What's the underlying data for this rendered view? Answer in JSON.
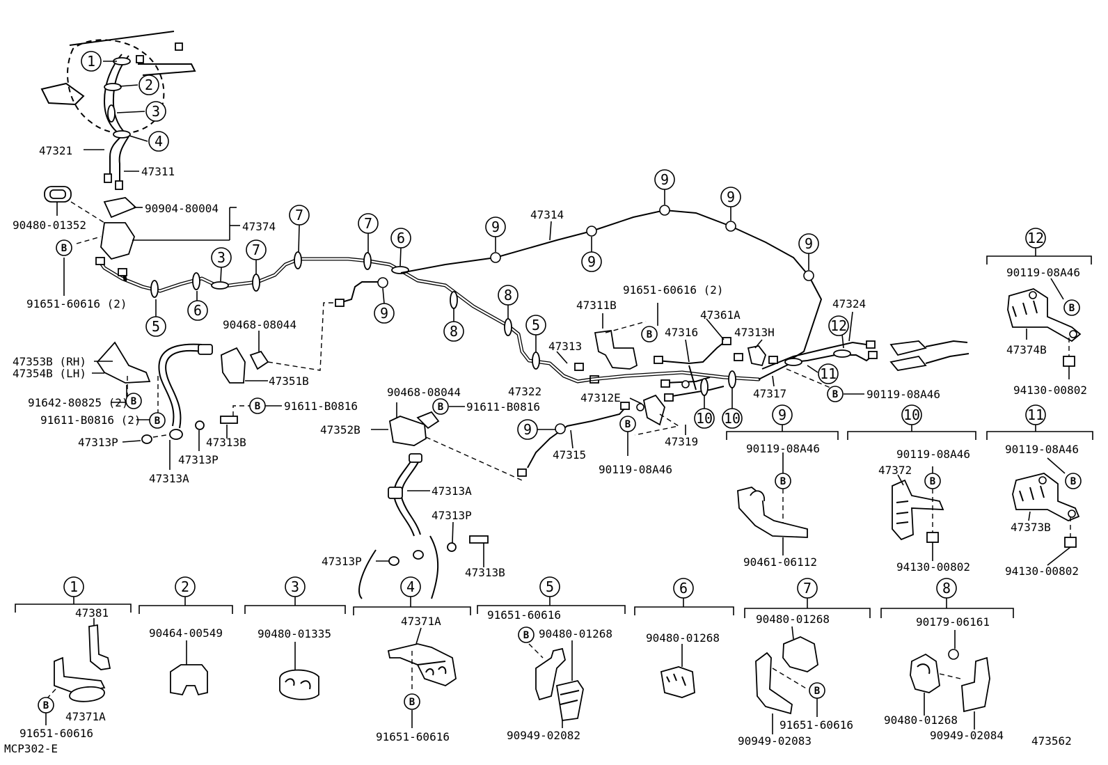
{
  "footer": {
    "left_code": "MCP302-E",
    "right_code": "473562"
  },
  "labels": [
    {
      "id": "lbl-47321",
      "text": "47321"
    },
    {
      "id": "lbl-47311",
      "text": "47311"
    },
    {
      "id": "lbl-90480-01352",
      "text": "90480-01352"
    },
    {
      "id": "lbl-90904-80004",
      "text": "90904-80004"
    },
    {
      "id": "lbl-47374",
      "text": "47374"
    },
    {
      "id": "lbl-91651-60616-2a",
      "text": "91651-60616 (2)"
    },
    {
      "id": "lbl-47314",
      "text": "47314"
    },
    {
      "id": "lbl-47353b",
      "text": "47353B (RH)"
    },
    {
      "id": "lbl-47354b",
      "text": "47354B (LH)"
    },
    {
      "id": "lbl-91642-80825",
      "text": "91642-80825 (2)"
    },
    {
      "id": "lbl-91611-b0816-2",
      "text": "91611-B0816 (2)"
    },
    {
      "id": "lbl-47313p-a",
      "text": "47313P"
    },
    {
      "id": "lbl-47313a-a",
      "text": "47313A"
    },
    {
      "id": "lbl-47313p-b",
      "text": "47313P"
    },
    {
      "id": "lbl-47313b-a",
      "text": "47313B"
    },
    {
      "id": "lbl-91611-b0816-a",
      "text": "91611-B0816"
    },
    {
      "id": "lbl-47351b",
      "text": "47351B"
    },
    {
      "id": "lbl-90468-08044-a",
      "text": "90468-08044"
    },
    {
      "id": "lbl-90468-08044-b",
      "text": "90468-08044"
    },
    {
      "id": "lbl-91611-b0816-b",
      "text": "91611-B0816"
    },
    {
      "id": "lbl-47352b",
      "text": "47352B"
    },
    {
      "id": "lbl-47313a-b",
      "text": "47313A"
    },
    {
      "id": "lbl-47313p-c",
      "text": "47313P"
    },
    {
      "id": "lbl-47313p-d",
      "text": "47313P"
    },
    {
      "id": "lbl-47313b-b",
      "text": "47313B"
    },
    {
      "id": "lbl-47322",
      "text": "47322"
    },
    {
      "id": "lbl-47313",
      "text": "47313"
    },
    {
      "id": "lbl-47311b",
      "text": "47311B"
    },
    {
      "id": "lbl-91651-60616-2b",
      "text": "91651-60616 (2)"
    },
    {
      "id": "lbl-47361a",
      "text": "47361A"
    },
    {
      "id": "lbl-47316",
      "text": "47316"
    },
    {
      "id": "lbl-47313h",
      "text": "47313H"
    },
    {
      "id": "lbl-47324",
      "text": "47324"
    },
    {
      "id": "lbl-47317",
      "text": "47317"
    },
    {
      "id": "lbl-90119-08a46-a",
      "text": "90119-08A46"
    },
    {
      "id": "lbl-47312e",
      "text": "47312E"
    },
    {
      "id": "lbl-47319",
      "text": "47319"
    },
    {
      "id": "lbl-47315",
      "text": "47315"
    },
    {
      "id": "lbl-90119-08a46-b",
      "text": "90119-08A46"
    },
    {
      "id": "lbl-90119-08a46-c",
      "text": "90119-08A46"
    },
    {
      "id": "lbl-90461-06112",
      "text": "90461-06112"
    },
    {
      "id": "lbl-90119-08a46-d",
      "text": "90119-08A46"
    },
    {
      "id": "lbl-47372",
      "text": "47372"
    },
    {
      "id": "lbl-94130-00802-a",
      "text": "94130-00802"
    },
    {
      "id": "lbl-90119-08a46-e",
      "text": "90119-08A46"
    },
    {
      "id": "lbl-47373b",
      "text": "47373B"
    },
    {
      "id": "lbl-94130-00802-b",
      "text": "94130-00802"
    },
    {
      "id": "lbl-90119-08a46-f",
      "text": "90119-08A46"
    },
    {
      "id": "lbl-47374b",
      "text": "47374B"
    },
    {
      "id": "lbl-94130-00802-c",
      "text": "94130-00802"
    },
    {
      "id": "lbl-47381",
      "text": "47381"
    },
    {
      "id": "lbl-47371a-a",
      "text": "47371A"
    },
    {
      "id": "lbl-91651-60616-c",
      "text": "91651-60616"
    },
    {
      "id": "lbl-90464-00549",
      "text": "90464-00549"
    },
    {
      "id": "lbl-90480-01335",
      "text": "90480-01335"
    },
    {
      "id": "lbl-47371a-b",
      "text": "47371A"
    },
    {
      "id": "lbl-91651-60616-d",
      "text": "91651-60616"
    },
    {
      "id": "lbl-91651-60616-e",
      "text": "91651-60616"
    },
    {
      "id": "lbl-90480-01268-a",
      "text": "90480-01268"
    },
    {
      "id": "lbl-90949-02082",
      "text": "90949-02082"
    },
    {
      "id": "lbl-90480-01268-b",
      "text": "90480-01268"
    },
    {
      "id": "lbl-90480-01268-c",
      "text": "90480-01268"
    },
    {
      "id": "lbl-91651-60616-f",
      "text": "91651-60616"
    },
    {
      "id": "lbl-90949-02083",
      "text": "90949-02083"
    },
    {
      "id": "lbl-90179-06161",
      "text": "90179-06161"
    },
    {
      "id": "lbl-90480-01268-d",
      "text": "90480-01268"
    },
    {
      "id": "lbl-90949-02084",
      "text": "90949-02084"
    }
  ],
  "callouts": [
    {
      "id": "c1",
      "text": "1"
    },
    {
      "id": "c2",
      "text": "2"
    },
    {
      "id": "c3",
      "text": "3"
    },
    {
      "id": "c4",
      "text": "4"
    },
    {
      "id": "c5a",
      "text": "5"
    },
    {
      "id": "c6a",
      "text": "6"
    },
    {
      "id": "c3b",
      "text": "3"
    },
    {
      "id": "c7a",
      "text": "7"
    },
    {
      "id": "c7b",
      "text": "7"
    },
    {
      "id": "c7c",
      "text": "7"
    },
    {
      "id": "c6b",
      "text": "6"
    },
    {
      "id": "c9a",
      "text": "9"
    },
    {
      "id": "c9b",
      "text": "9"
    },
    {
      "id": "c9c",
      "text": "9"
    },
    {
      "id": "c9d",
      "text": "9"
    },
    {
      "id": "c9e",
      "text": "9"
    },
    {
      "id": "c9f",
      "text": "9"
    },
    {
      "id": "c8a",
      "text": "8"
    },
    {
      "id": "c8b",
      "text": "8"
    },
    {
      "id": "c5b",
      "text": "5"
    },
    {
      "id": "c12a",
      "text": "12"
    },
    {
      "id": "c11a",
      "text": "11"
    },
    {
      "id": "c10a",
      "text": "10"
    },
    {
      "id": "c10b",
      "text": "10"
    },
    {
      "id": "c9g",
      "text": "9"
    },
    {
      "id": "g1",
      "text": "1"
    },
    {
      "id": "g2",
      "text": "2"
    },
    {
      "id": "g3",
      "text": "3"
    },
    {
      "id": "g4",
      "text": "4"
    },
    {
      "id": "g5",
      "text": "5"
    },
    {
      "id": "g6",
      "text": "6"
    },
    {
      "id": "g7",
      "text": "7"
    },
    {
      "id": "g8",
      "text": "8"
    },
    {
      "id": "g9",
      "text": "9"
    },
    {
      "id": "g10",
      "text": "10"
    },
    {
      "id": "g11",
      "text": "11"
    },
    {
      "id": "g12",
      "text": "12"
    }
  ],
  "bolt_mark": "B"
}
